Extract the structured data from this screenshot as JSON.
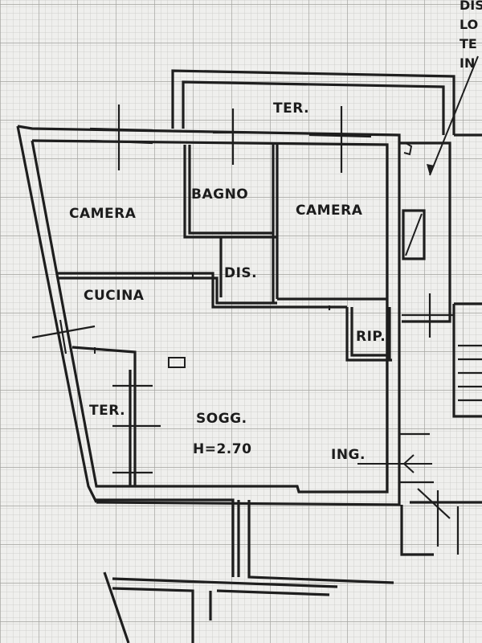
{
  "rooms": {
    "ter_top": "TER.",
    "camera_left": "CAMERA",
    "bagno": "BAGNO",
    "camera_right": "CAMERA",
    "dis": "DIS.",
    "cucina": "CUCINA",
    "rip": "RIP.",
    "ter_left": "TER.",
    "sogg": "SOGG.",
    "height": "H=2.70",
    "ing": "ING."
  },
  "corner_fragments": [
    "DIS",
    "LO",
    "TE",
    "IN"
  ],
  "colors": {
    "paper": "#efefed",
    "grid_fine": "#c9c9c6",
    "grid_major": "#9a9a96",
    "ink": "#1e1e1e"
  }
}
